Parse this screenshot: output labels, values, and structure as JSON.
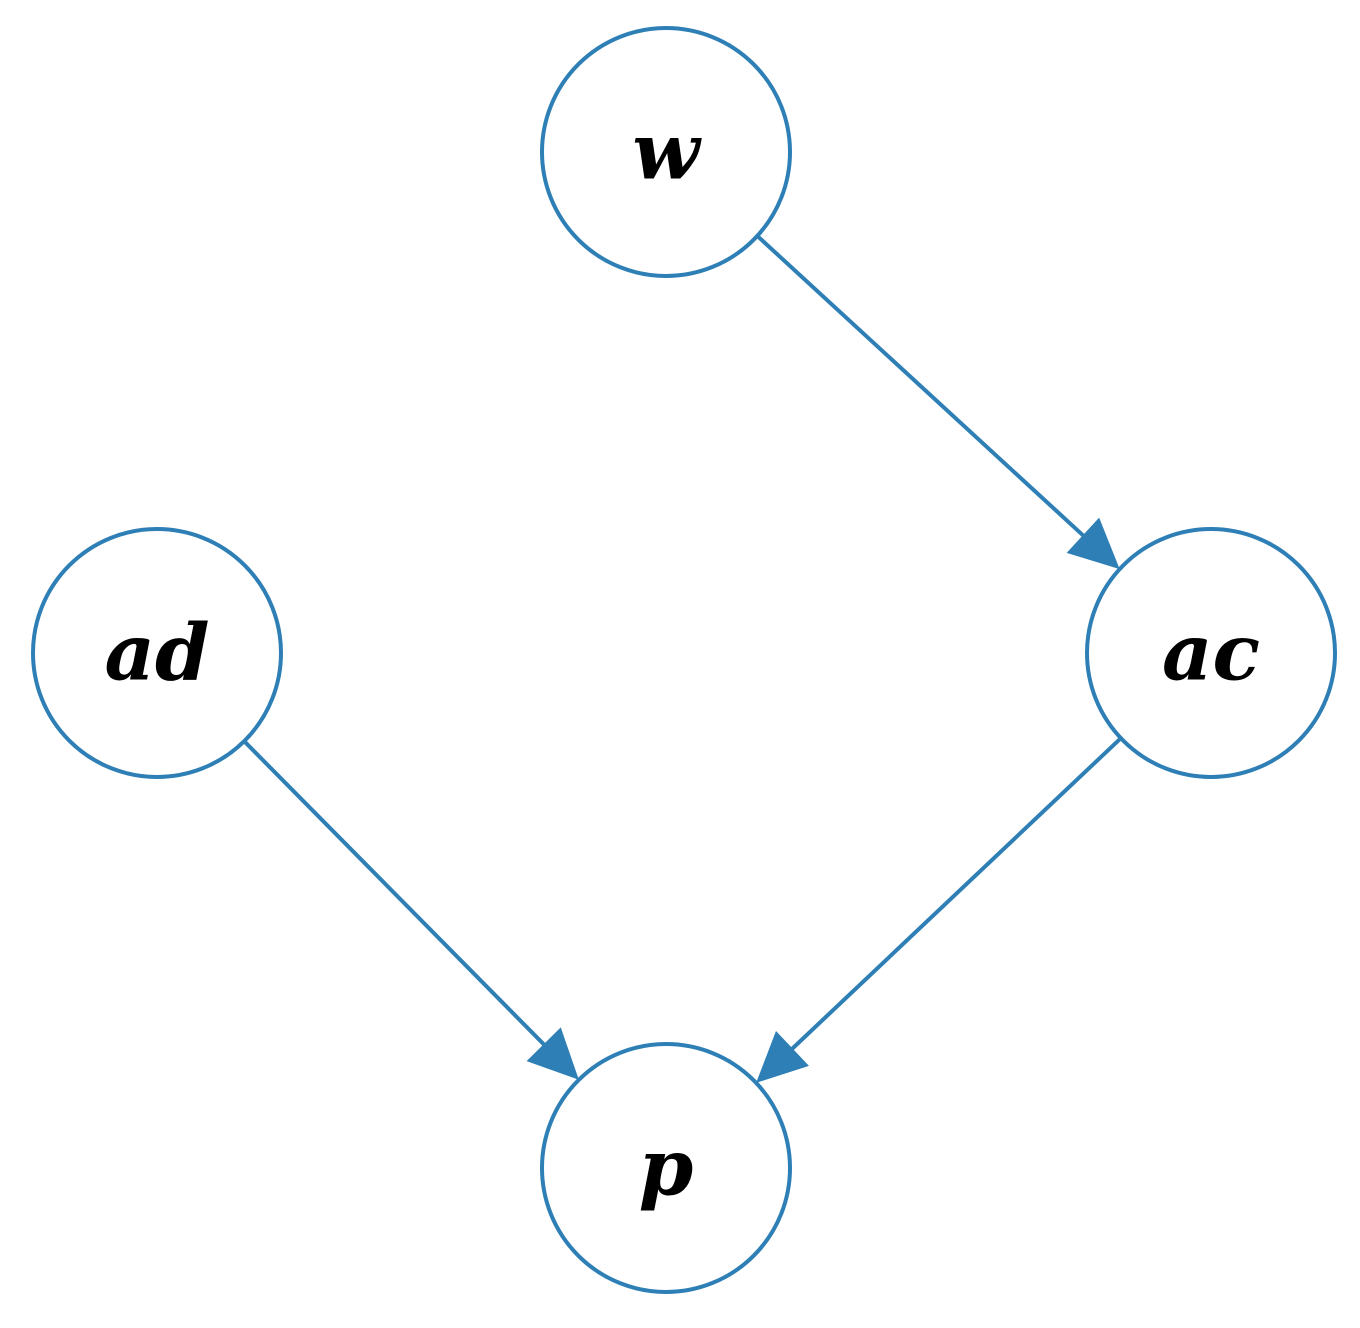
{
  "diagram": {
    "nodes": [
      {
        "id": "w",
        "label": "w"
      },
      {
        "id": "ad",
        "label": "ad"
      },
      {
        "id": "ac",
        "label": "ac"
      },
      {
        "id": "p",
        "label": "p"
      }
    ],
    "edges": [
      {
        "from": "w",
        "to": "ac"
      },
      {
        "from": "ad",
        "to": "p"
      },
      {
        "from": "ac",
        "to": "p"
      }
    ],
    "colors": {
      "stroke": "#2e7fb5",
      "label": "#000000",
      "background": "#ffffff"
    }
  }
}
